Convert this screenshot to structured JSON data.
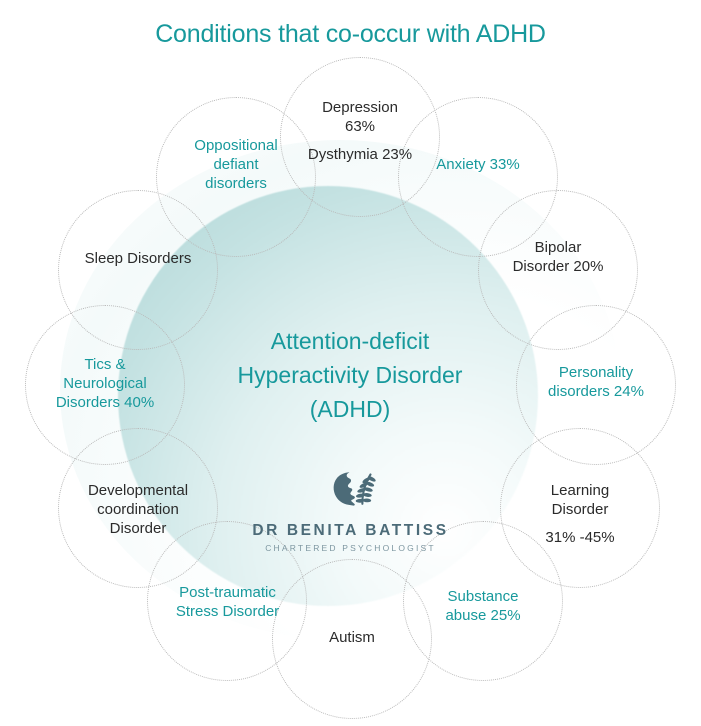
{
  "title": "Conditions that co-occur with ADHD",
  "center": {
    "lines": [
      "Attention-deficit",
      "Hyperactivity Disorder",
      "(ADHD)"
    ],
    "color": "#17999c"
  },
  "logo": {
    "mark": "crescent-face-laurel-icon",
    "name": "DR BENITA BATTISS",
    "subtitle": "CHARTERED PSYCHOLOGIST",
    "color": "#4c6b78"
  },
  "colors": {
    "teal": "#17999c",
    "dark_text": "#2b2b2b",
    "circle_outline": "#b9b9b9",
    "blob_teal": "#b0d6d6",
    "background": "#ffffff"
  },
  "conditions": [
    {
      "name": "depression",
      "lines": [
        "Depression",
        "63%",
        "",
        "Dysthymia 23%"
      ],
      "color": "dark",
      "percent": "63%",
      "secondary": "Dysthymia 23%"
    },
    {
      "name": "anxiety",
      "lines": [
        "Anxiety 33%"
      ],
      "color": "teal",
      "percent": "33%"
    },
    {
      "name": "bipolar-disorder",
      "lines": [
        "Bipolar",
        "Disorder 20%"
      ],
      "color": "dark",
      "percent": "20%"
    },
    {
      "name": "personality-disorders",
      "lines": [
        "Personality",
        "disorders 24%"
      ],
      "color": "teal",
      "percent": "24%"
    },
    {
      "name": "learning-disorder",
      "lines": [
        "Learning",
        "Disorder",
        "",
        "31% -45%"
      ],
      "color": "dark",
      "percent": "31% -45%"
    },
    {
      "name": "substance-abuse",
      "lines": [
        "Substance",
        "abuse 25%"
      ],
      "color": "teal",
      "percent": "25%"
    },
    {
      "name": "autism",
      "lines": [
        "Autism"
      ],
      "color": "dark",
      "percent": ""
    },
    {
      "name": "post-traumatic-stress-disorder",
      "lines": [
        "Post-traumatic",
        "Stress Disorder"
      ],
      "color": "teal",
      "percent": ""
    },
    {
      "name": "developmental-coordination-disorder",
      "lines": [
        "Developmental",
        "coordination",
        "Disorder"
      ],
      "color": "dark",
      "percent": ""
    },
    {
      "name": "tics-neurological-disorders",
      "lines": [
        "Tics &",
        "Neurological",
        "Disorders 40%"
      ],
      "color": "teal",
      "percent": "40%"
    },
    {
      "name": "sleep-disorders",
      "lines": [
        "Sleep Disorders"
      ],
      "color": "dark",
      "percent": ""
    },
    {
      "name": "oppositional-defiant-disorders",
      "lines": [
        "Oppositional",
        "defiant",
        "disorders"
      ],
      "color": "teal",
      "percent": ""
    }
  ]
}
